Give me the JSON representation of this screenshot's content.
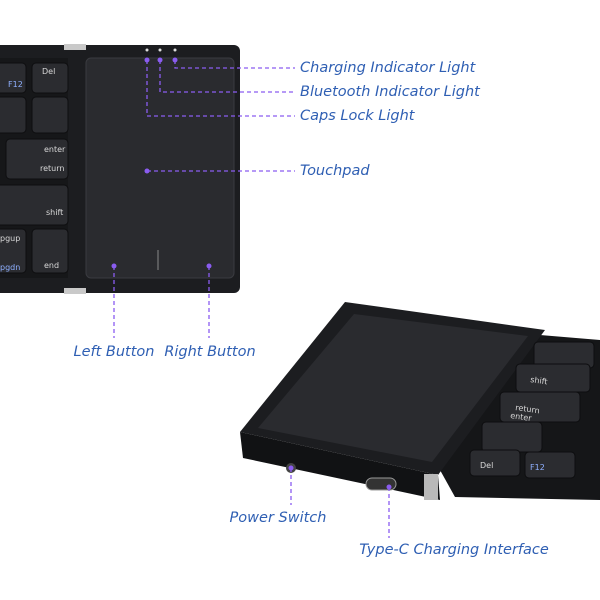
{
  "colors": {
    "label": "#2f5fb3",
    "leader": "#8a5cf0",
    "device": "#1c1d20",
    "touchpad": "#2a2b2f"
  },
  "labels": {
    "charging": "Charging Indicator Light",
    "bluetooth": "Bluetooth Indicator Light",
    "caps": "Caps Lock Light",
    "touchpad": "Touchpad",
    "left_button": "Left Button",
    "right_button": "Right Button",
    "power_switch": "Power Switch",
    "type_c": "Type-C Charging Interface"
  },
  "keys": {
    "del": "Del",
    "f12": "F12",
    "enter": "enter",
    "return": "return",
    "shift": "shift",
    "pgup": "pgup",
    "pgdn": "pgdn",
    "end": "end"
  }
}
